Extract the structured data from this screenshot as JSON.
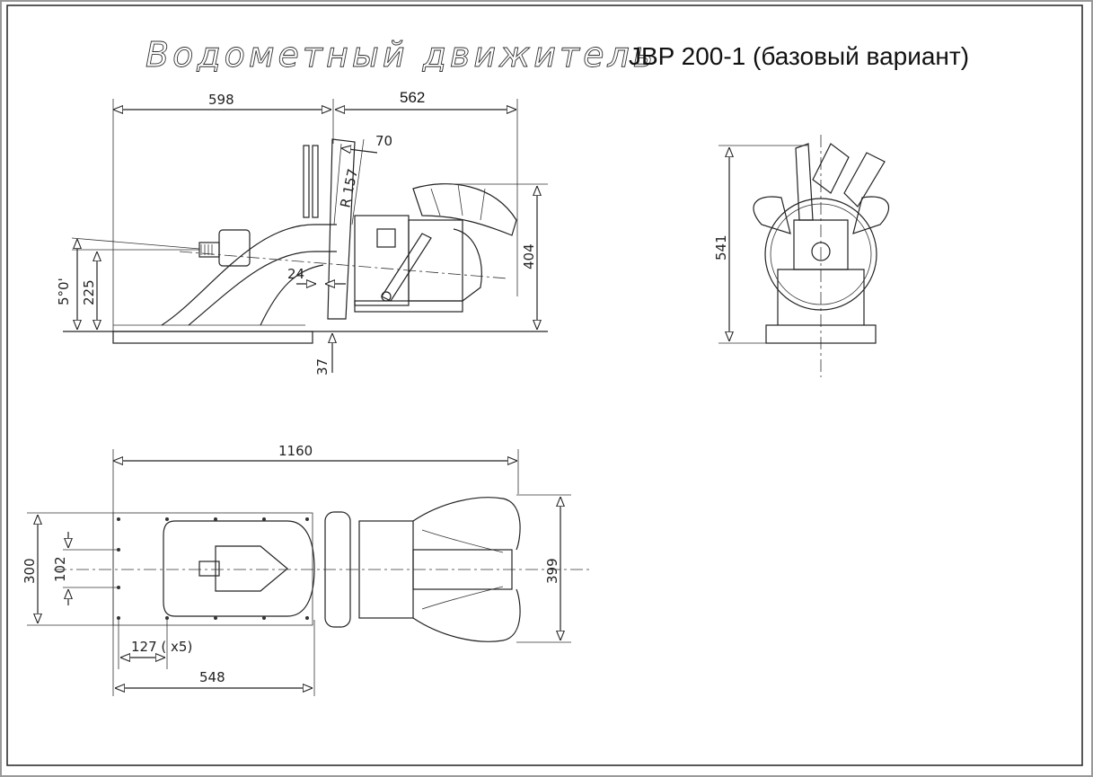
{
  "title": {
    "script_part": "Водометный движитель",
    "main_part": "JBP 200-1 (базовый вариант)"
  },
  "side_view": {
    "dim_left_length": "598",
    "dim_right_length": "562",
    "dim_70": "70",
    "dim_radius": "R 157",
    "dim_height": "404",
    "dim_24": "24",
    "dim_angle": "5°0'",
    "dim_axis_height": "225",
    "dim_37": "37"
  },
  "front_view": {
    "dim_height": "541"
  },
  "top_view": {
    "dim_total_length": "1160",
    "dim_width": "300",
    "dim_hole_spacing": "102",
    "dim_outlet_width": "399",
    "dim_pitch": "127 ( x5)",
    "dim_base_length": "548"
  }
}
